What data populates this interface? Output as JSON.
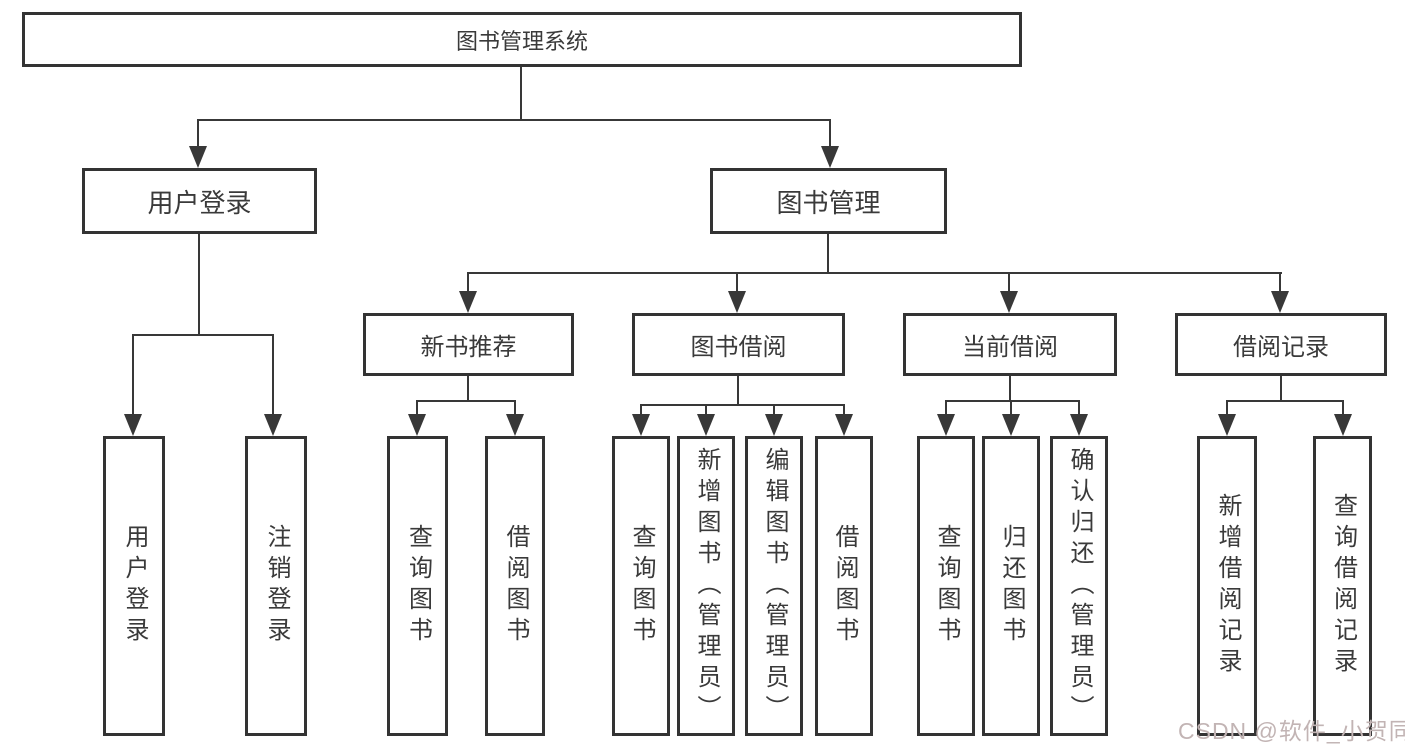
{
  "diagram": {
    "root": {
      "label": "图书管理系统"
    },
    "branches": [
      {
        "label": "用户登录",
        "children": [
          {
            "label": "用户登录"
          },
          {
            "label": "注销登录"
          }
        ]
      },
      {
        "label": "图书管理",
        "children": [
          {
            "label": "新书推荐",
            "children": [
              {
                "label": "查询图书"
              },
              {
                "label": "借阅图书"
              }
            ]
          },
          {
            "label": "图书借阅",
            "children": [
              {
                "label": "查询图书"
              },
              {
                "label": "新增图书（管理员）"
              },
              {
                "label": "编辑图书（管理员）"
              },
              {
                "label": "借阅图书"
              }
            ]
          },
          {
            "label": "当前借阅",
            "children": [
              {
                "label": "查询图书"
              },
              {
                "label": "归还图书"
              },
              {
                "label": "确认归还（管理员）"
              }
            ]
          },
          {
            "label": "借阅记录",
            "children": [
              {
                "label": "新增借阅记录"
              },
              {
                "label": "查询借阅记录"
              }
            ]
          }
        ]
      }
    ]
  },
  "watermark": {
    "text": "CSDN @软件_小贺同学"
  },
  "colors": {
    "line": "#383838",
    "box_border": "#333333",
    "text": "#3a3a3a",
    "background": "#ffffff",
    "watermark": "#c2b4b4"
  }
}
